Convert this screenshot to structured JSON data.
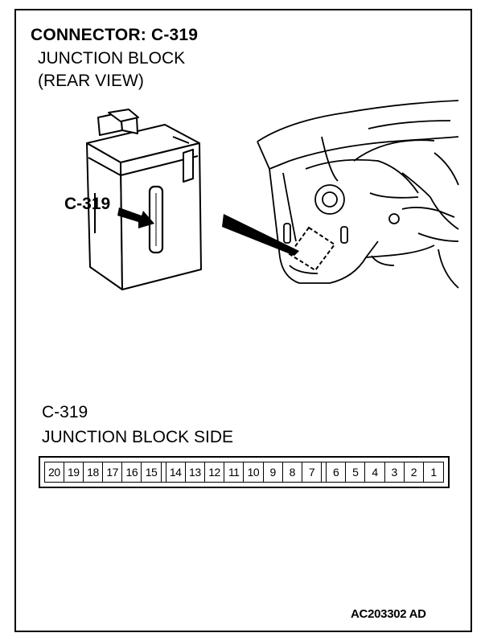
{
  "header": {
    "title": "CONNECTOR: C-319",
    "subtitle_line1": "JUNCTION BLOCK",
    "subtitle_line2": "(REAR VIEW)"
  },
  "diagram": {
    "callout": "C-319"
  },
  "connector": {
    "name": "C-319",
    "side": "JUNCTION BLOCK SIDE",
    "pins_group1": [
      "20",
      "19",
      "18",
      "17",
      "16",
      "15"
    ],
    "pins_group2": [
      "14",
      "13",
      "12",
      "11",
      "10",
      "9",
      "8",
      "7"
    ],
    "pins_group3": [
      "6",
      "5",
      "4",
      "3",
      "2",
      "1"
    ]
  },
  "footer": {
    "code": "AC203302 AD"
  }
}
